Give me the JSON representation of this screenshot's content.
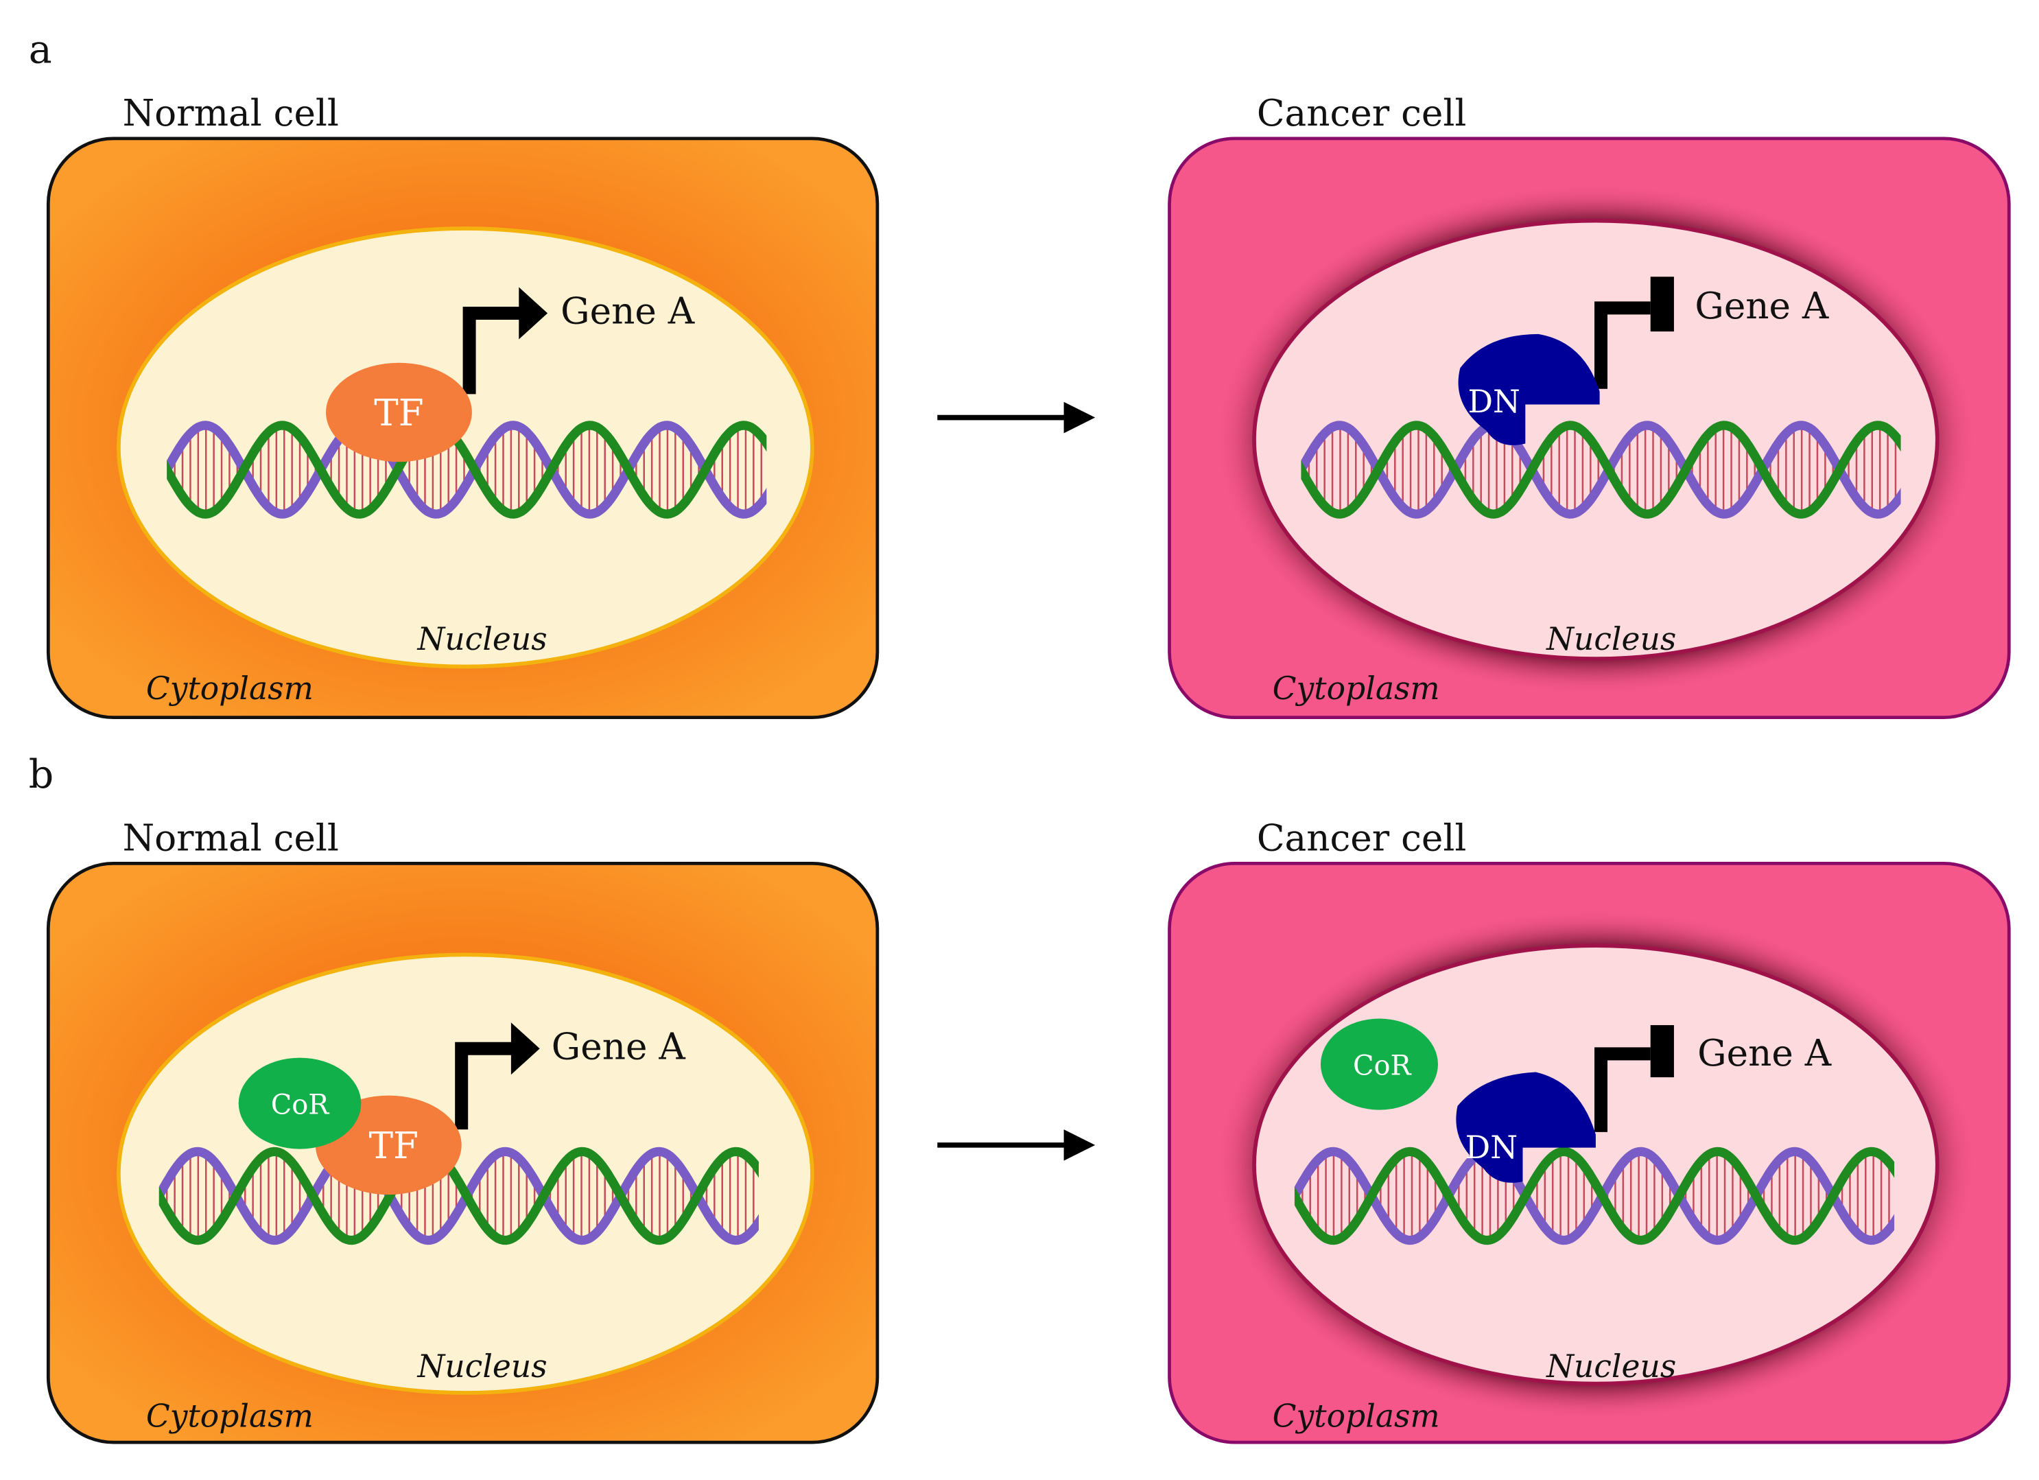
{
  "panel_a": {
    "letter": "a",
    "normal": {
      "title": "Normal cell",
      "tf": "TF",
      "gene": "Gene A",
      "nucleus": "Nucleus",
      "cytoplasm": "Cytoplasm"
    },
    "cancer": {
      "title": "Cancer cell",
      "dn": "DN",
      "gene": "Gene A",
      "nucleus": "Nucleus",
      "cytoplasm": "Cytoplasm"
    }
  },
  "panel_b": {
    "letter": "b",
    "normal": {
      "title": "Normal cell",
      "cor": "CoR",
      "tf": "TF",
      "gene": "Gene A",
      "nucleus": "Nucleus",
      "cytoplasm": "Cytoplasm"
    },
    "cancer": {
      "title": "Cancer cell",
      "cor": "CoR",
      "dn": "DN",
      "gene": "Gene A",
      "nucleus": "Nucleus",
      "cytoplasm": "Cytoplasm"
    }
  },
  "colors": {
    "normal_cytoplasm": "#fb9a28",
    "normal_cytoplasm_inner": "#f77c1a",
    "normal_nucleus": "#fdf3d3",
    "normal_nucleus_border": "#f4b20f",
    "cancer_cytoplasm": "#f5578a",
    "cancer_border": "#8a0a6a",
    "cancer_nucleus": "#fddadd",
    "cancer_nucleus_border": "#a0124a",
    "tf": "#f47d3c",
    "dn": "#000099",
    "cor": "#12b04a",
    "dna_green": "#1f8a1f",
    "dna_purple": "#7a5cc6",
    "dna_rungs": "#c44a5c"
  }
}
